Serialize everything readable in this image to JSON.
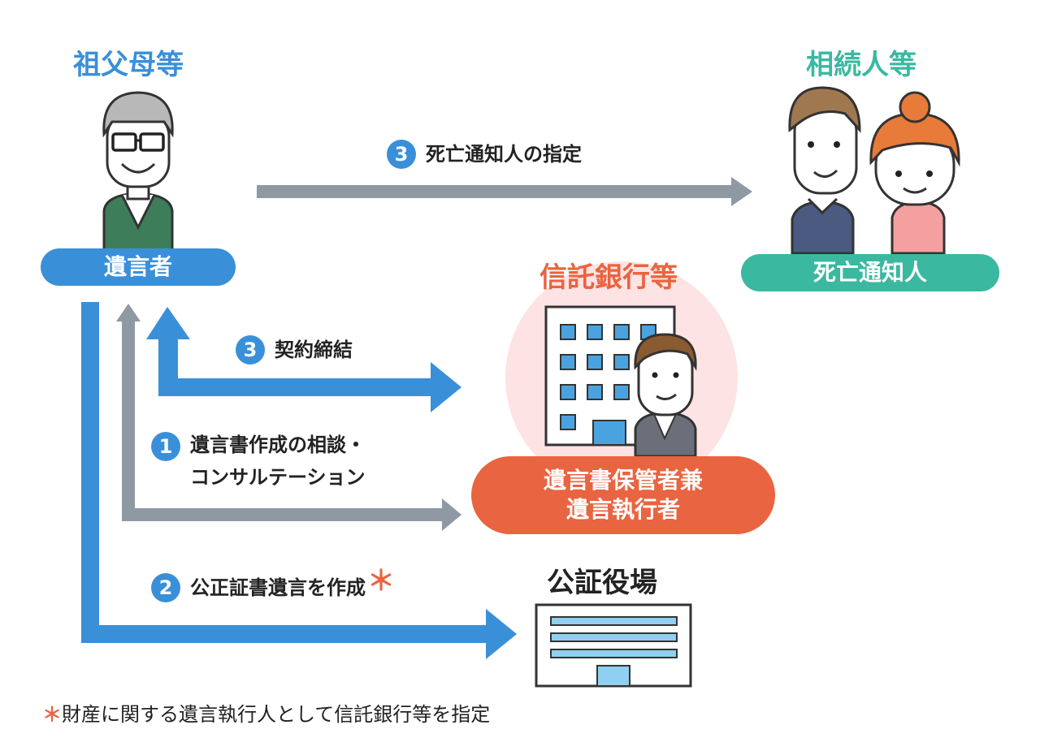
{
  "titles": {
    "grandparents": "祖父母等",
    "heirs": "相続人等",
    "trust_bank": "信託銀行等",
    "notary_office": "公証役場"
  },
  "labels": {
    "testator": "遺言者",
    "death_notice_person": "死亡通知人",
    "executor_line1": "遺言書保管者兼",
    "executor_line2": "遺言執行者"
  },
  "steps": {
    "death_notice": {
      "number": "3",
      "text": "死亡通知人の指定"
    },
    "contract": {
      "number": "3",
      "text": "契約締結"
    },
    "consult": {
      "number": "1",
      "line1": "遺言書作成の相談・",
      "line2": "コンサルテーション"
    },
    "notarial": {
      "number": "2",
      "text": "公正証書遺言を作成",
      "mark": "＊"
    }
  },
  "footnote": {
    "mark": "＊",
    "text": "財産に関する遺言執行人として信託銀行等を指定"
  },
  "colors": {
    "blue": "#3a8fd9",
    "gray_arrow": "#8e99a4",
    "teal": "#3bb8a0",
    "orange": "#e96440",
    "pink_circle": "#fde3e3"
  }
}
